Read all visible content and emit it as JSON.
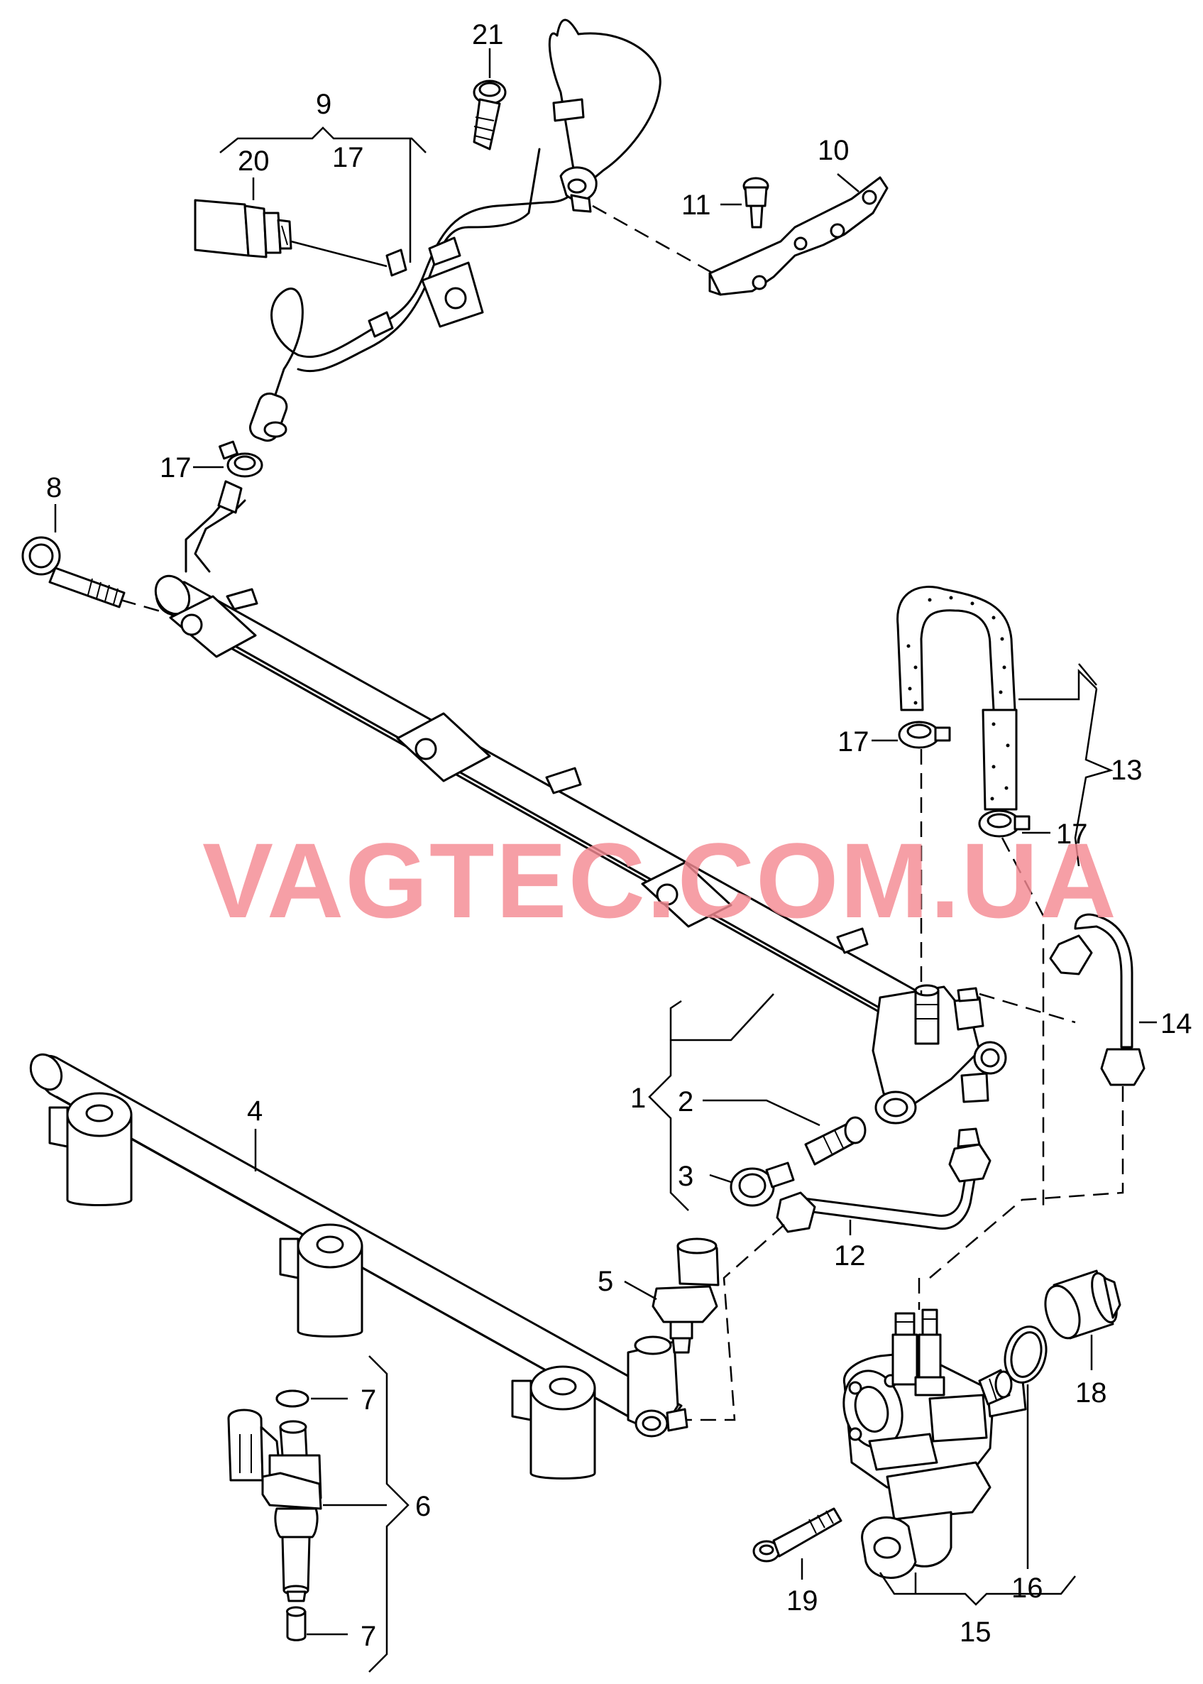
{
  "watermark": "VAGTEC.COM.UA",
  "callouts": {
    "c1": "1",
    "c2": "2",
    "c3": "3",
    "c4": "4",
    "c5": "5",
    "c6": "6",
    "c7a": "7",
    "c7b": "7",
    "c8": "8",
    "c9": "9",
    "c10": "10",
    "c11": "11",
    "c12": "12",
    "c13": "13",
    "c14": "14",
    "c15": "15",
    "c16": "16",
    "c17a": "17",
    "c17b": "17",
    "c17c": "17",
    "c17d": "17",
    "c18": "18",
    "c19": "19",
    "c20": "20",
    "c21": "21"
  }
}
